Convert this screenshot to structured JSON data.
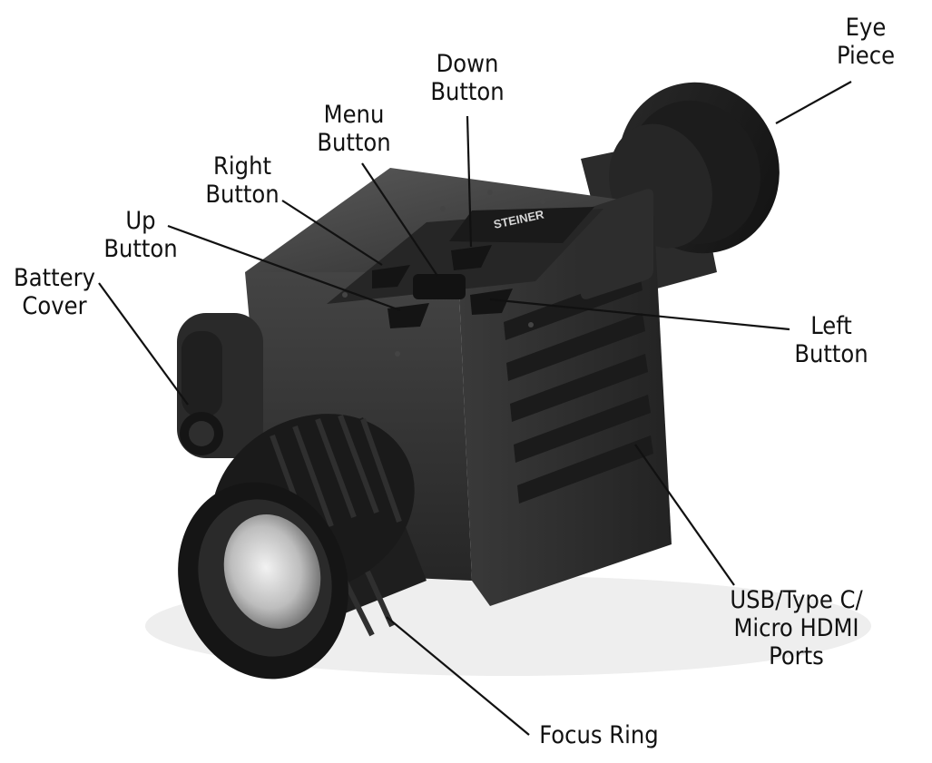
{
  "labels": {
    "eye_piece": [
      "Eye",
      "Piece"
    ],
    "down_button": [
      "Down",
      "Button"
    ],
    "menu_button": [
      "Menu",
      "Button"
    ],
    "right_button": [
      "Right",
      "Button"
    ],
    "up_button": [
      "Up",
      "Button"
    ],
    "battery_cover": [
      "Battery",
      "Cover"
    ],
    "left_button": [
      "Left",
      "Button"
    ],
    "ports": [
      "USB/Type C/",
      "Micro HDMI",
      "Ports"
    ],
    "focus_ring": [
      "Focus Ring"
    ]
  },
  "brand_logo": "STEINER",
  "colors": {
    "body": "#303030",
    "body_dark": "#1a1a1a",
    "body_light": "#4a4a4a",
    "leader_line": "#111111",
    "text": "#111111"
  }
}
